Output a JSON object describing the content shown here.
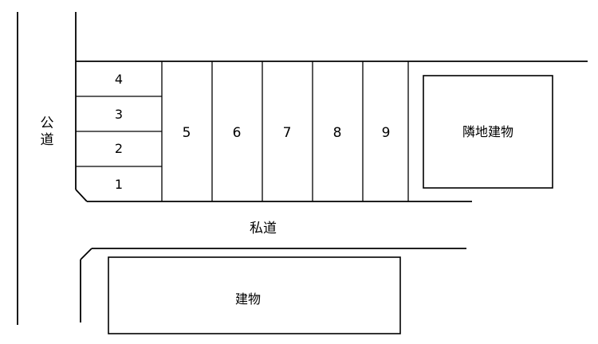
{
  "public_road_label": "公道",
  "private_road_label": "私道",
  "neighbor_building_label": "隣地建物",
  "building_label": "建物",
  "stalls_left": [
    "4",
    "3",
    "2",
    "1"
  ],
  "stalls_bottom": [
    "5",
    "6",
    "7",
    "8",
    "9"
  ]
}
